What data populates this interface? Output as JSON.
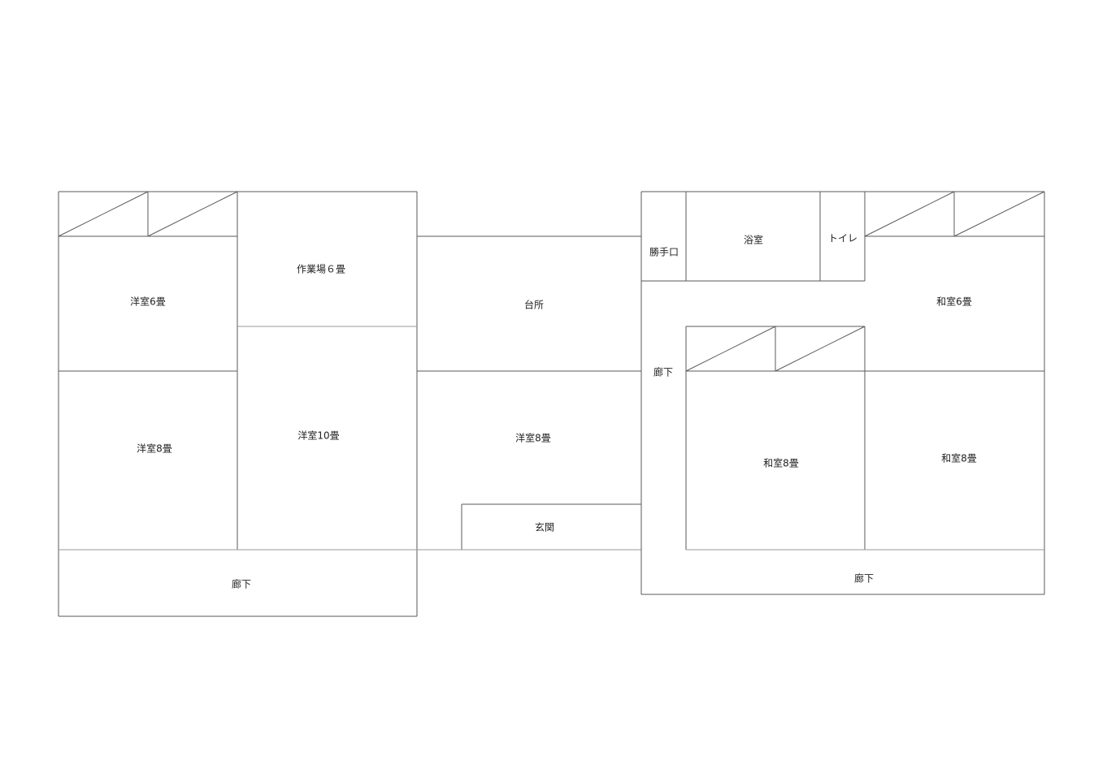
{
  "rooms": {
    "yoshitsu_6": "洋室6畳",
    "sagyoba_6": "作業場６畳",
    "daidokoro": "台所",
    "katteguchi": "勝手口",
    "yokushitsu": "浴室",
    "toire": "トイレ",
    "washitsu_6": "和室6畳",
    "roka_center": "廊下",
    "yoshitsu_8_left": "洋室8畳",
    "yoshitsu_10": "洋室10畳",
    "yoshitsu_8_center": "洋室8畳",
    "washitsu_8_inner": "和室8畳",
    "washitsu_8_right": "和室8畳",
    "genkan": "玄関",
    "roka_left": "廊下",
    "roka_right": "廊下"
  },
  "colors": {
    "wall_line": "#5a5a5a",
    "faint_line": "#9a9a9a",
    "label_text": "#222222",
    "background": "#ffffff"
  }
}
